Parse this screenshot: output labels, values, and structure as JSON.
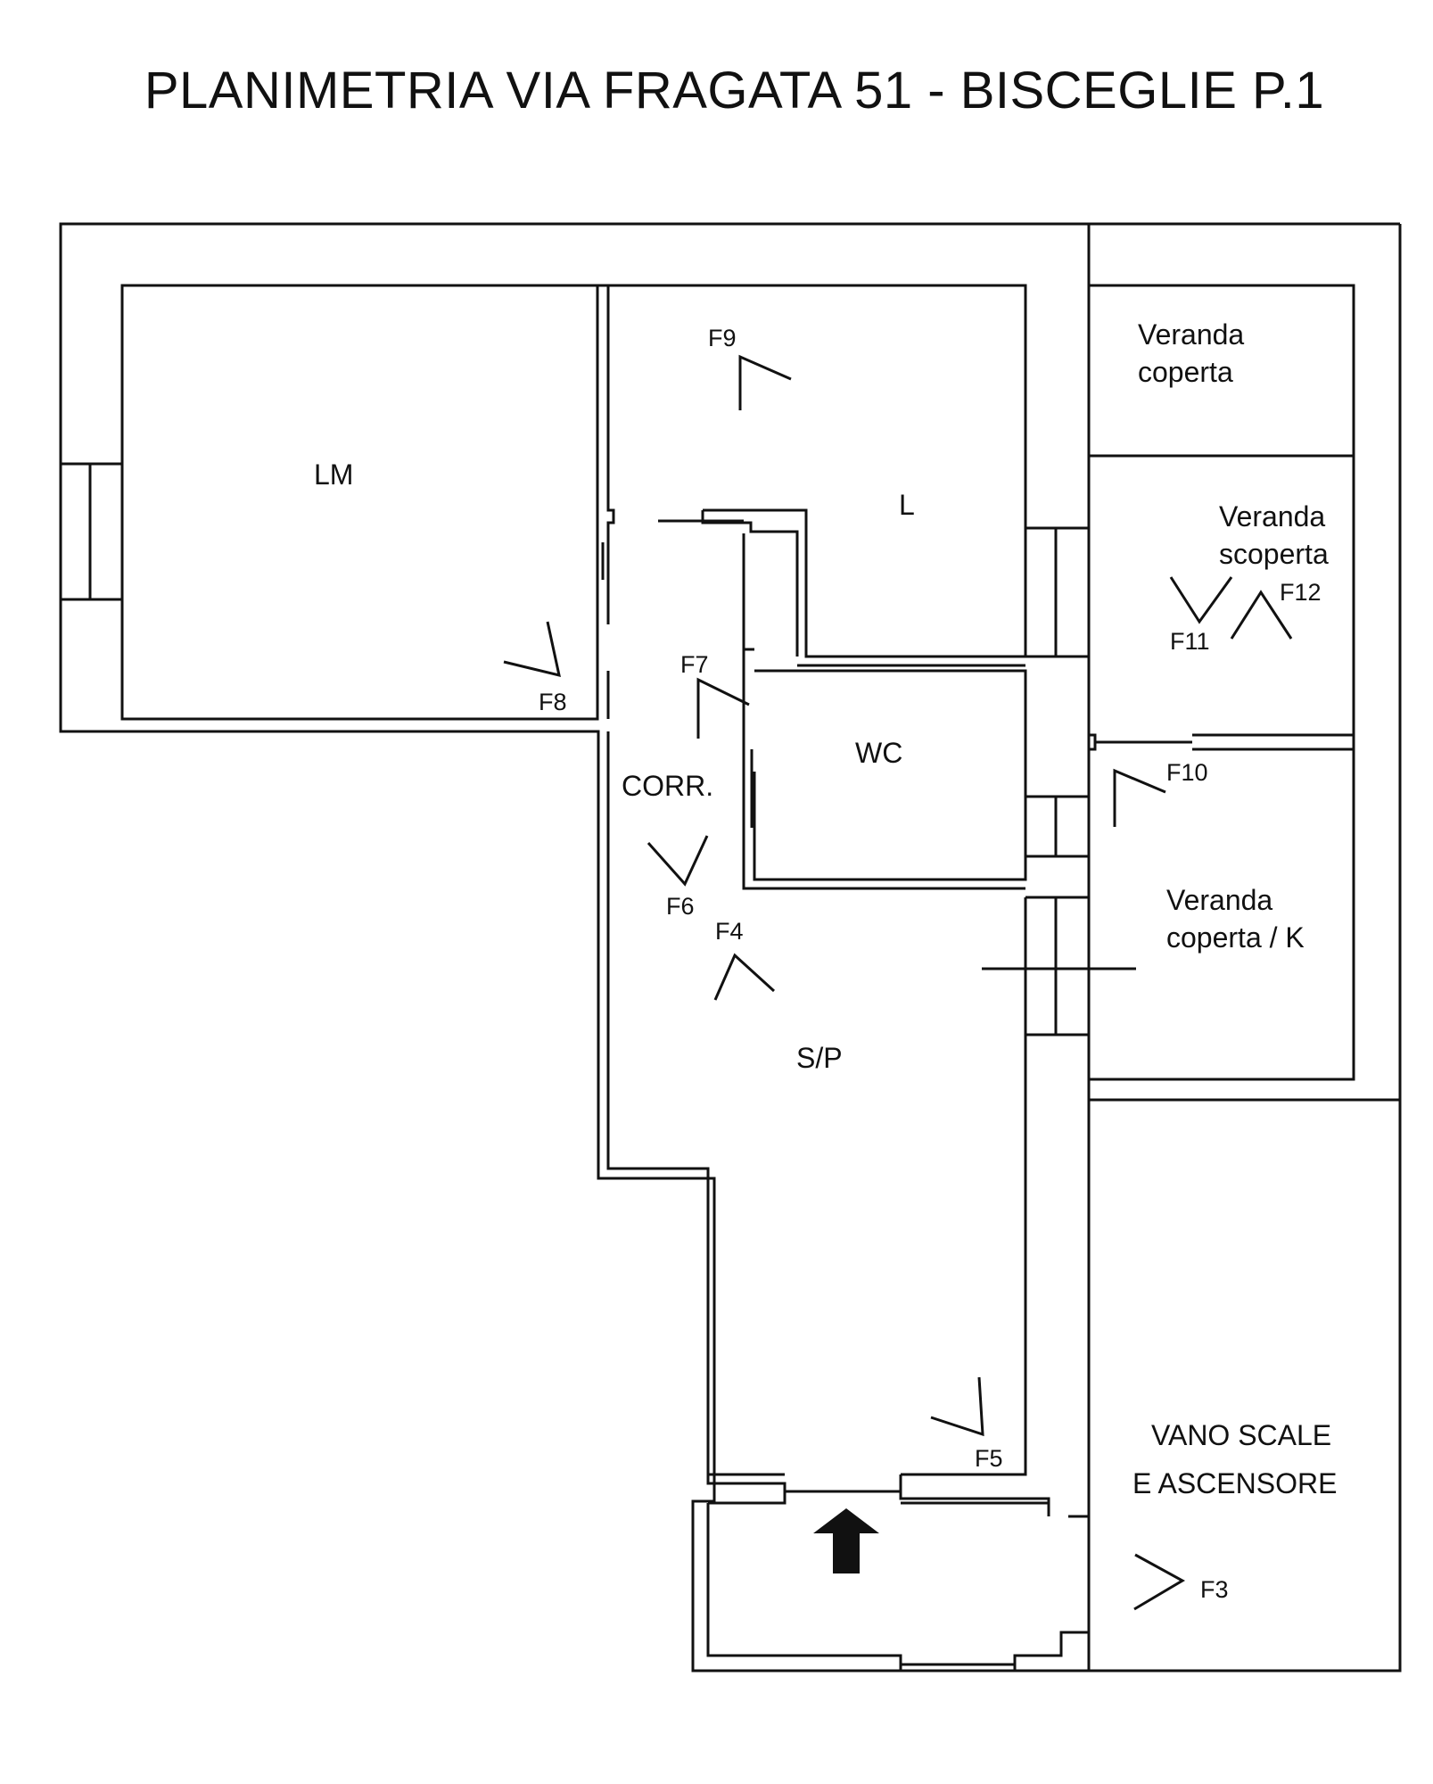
{
  "title": "PLANIMETRIA VIA FRAGATA 51 - BISCEGLIE P.1",
  "colors": {
    "ink": "#111111",
    "background": "#ffffff"
  },
  "rooms": {
    "lm": "LM",
    "l": "L",
    "wc": "WC",
    "corr": "CORR.",
    "sp": "S/P",
    "veranda_coperta": [
      "Veranda",
      "coperta"
    ],
    "veranda_scoperta": [
      "Veranda",
      "scoperta"
    ],
    "veranda_coperta_k": [
      "Veranda",
      "coperta / K"
    ],
    "vano_scale": [
      "VANO SCALE",
      "E ASCENSORE"
    ]
  },
  "photo_points": {
    "f3": "F3",
    "f4": "F4",
    "f5": "F5",
    "f6": "F6",
    "f7": "F7",
    "f8": "F8",
    "f9": "F9",
    "f10": "F10",
    "f11": "F11",
    "f12": "F12"
  },
  "entrance_icon": "up-arrow-icon"
}
